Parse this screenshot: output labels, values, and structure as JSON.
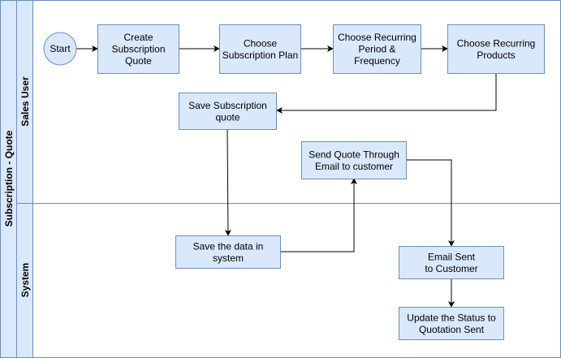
{
  "pool": {
    "title": "Subscription - Quote"
  },
  "lanes": [
    {
      "id": "sales",
      "title": "Sales User"
    },
    {
      "id": "system",
      "title": "System"
    }
  ],
  "nodes": [
    {
      "id": "start",
      "shape": "circle",
      "lines": [
        "Start"
      ]
    },
    {
      "id": "create-quote",
      "shape": "rect",
      "lines": [
        "Create",
        "Subscription",
        "Quote"
      ]
    },
    {
      "id": "choose-plan",
      "shape": "rect",
      "lines": [
        "Choose",
        "Subscription Plan"
      ]
    },
    {
      "id": "choose-period",
      "shape": "rect",
      "lines": [
        "Choose Recurring",
        "Period &",
        "Frequency"
      ]
    },
    {
      "id": "choose-products",
      "shape": "rect",
      "lines": [
        "Choose Recurring",
        "Products"
      ]
    },
    {
      "id": "save-quote",
      "shape": "rect",
      "lines": [
        "Save Subscription",
        "quote"
      ]
    },
    {
      "id": "send-quote",
      "shape": "rect",
      "lines": [
        "Send Quote Through",
        "Email to customer"
      ]
    },
    {
      "id": "save-data",
      "shape": "rect",
      "lines": [
        "Save the data in",
        "system"
      ]
    },
    {
      "id": "email-sent",
      "shape": "rect",
      "lines": [
        "Email Sent",
        "to Customer"
      ]
    },
    {
      "id": "update-status",
      "shape": "rect",
      "lines": [
        "Update the Status to",
        "Quotation Sent"
      ]
    }
  ],
  "edges": [
    {
      "from": "start",
      "to": "create-quote"
    },
    {
      "from": "create-quote",
      "to": "choose-plan"
    },
    {
      "from": "choose-plan",
      "to": "choose-period"
    },
    {
      "from": "choose-period",
      "to": "choose-products"
    },
    {
      "from": "choose-products",
      "to": "save-quote"
    },
    {
      "from": "save-quote",
      "to": "save-data"
    },
    {
      "from": "save-data",
      "to": "send-quote"
    },
    {
      "from": "send-quote",
      "to": "email-sent"
    },
    {
      "from": "email-sent",
      "to": "update-status"
    }
  ],
  "colors": {
    "fill": "#dae8fc",
    "stroke": "#6c8ebf",
    "edge": "#000000"
  }
}
